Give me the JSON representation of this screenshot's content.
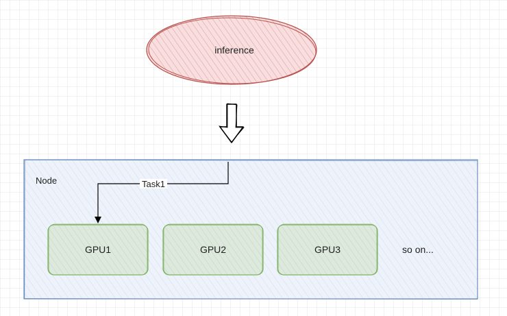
{
  "diagram": {
    "inference_node": {
      "label": "inference"
    },
    "node_container": {
      "label": "Node"
    },
    "edge": {
      "label": "Task1"
    },
    "gpus": [
      {
        "label": "GPU1"
      },
      {
        "label": "GPU2"
      },
      {
        "label": "GPU3"
      }
    ],
    "more_label": "so on...",
    "colors": {
      "ellipse_stroke": "#b85450",
      "ellipse_fill": "#f4cccc",
      "container_stroke": "#6c8ebf",
      "container_fill": "#dae8fc",
      "gpu_stroke": "#82b366",
      "gpu_fill": "#d5e8d4",
      "grid": "#e8e8e8",
      "arrow": "#000000"
    }
  }
}
